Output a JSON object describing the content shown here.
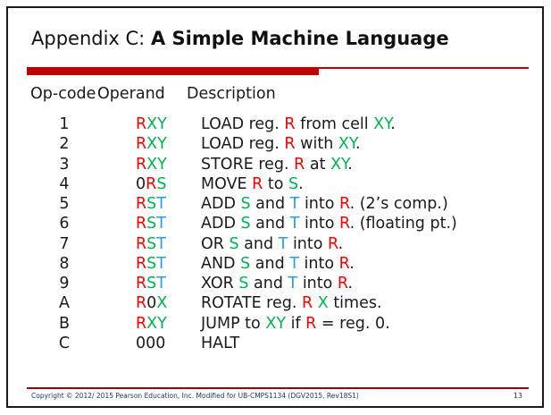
{
  "slide": {
    "title_prefix": "Appendix C: ",
    "title_emphasis": "A Simple Machine Language",
    "accent_color": "#c00000",
    "footer_line_color": "#a00000",
    "colors": {
      "red": "#f40000",
      "green": "#00b050",
      "blue": "#2b9be8",
      "text": "#1a1a1a"
    },
    "table": {
      "headers": [
        "Op-code",
        "Operand",
        "Description"
      ],
      "rows": [
        {
          "opcode": "1",
          "operand": [
            [
              "r",
              "R"
            ],
            [
              "g",
              "XY"
            ]
          ],
          "desc": [
            [
              "k",
              "LOAD reg. "
            ],
            [
              "r",
              "R"
            ],
            [
              "k",
              " from cell "
            ],
            [
              "g",
              "XY"
            ],
            [
              "k",
              "."
            ]
          ]
        },
        {
          "opcode": "2",
          "operand": [
            [
              "r",
              "R"
            ],
            [
              "g",
              "XY"
            ]
          ],
          "desc": [
            [
              "k",
              "LOAD reg. "
            ],
            [
              "r",
              "R"
            ],
            [
              "k",
              " with "
            ],
            [
              "g",
              "XY"
            ],
            [
              "k",
              "."
            ]
          ]
        },
        {
          "opcode": "3",
          "operand": [
            [
              "r",
              "R"
            ],
            [
              "g",
              "XY"
            ]
          ],
          "desc": [
            [
              "k",
              "STORE reg. "
            ],
            [
              "r",
              "R"
            ],
            [
              "k",
              " at "
            ],
            [
              "g",
              "XY"
            ],
            [
              "k",
              "."
            ]
          ]
        },
        {
          "opcode": "4",
          "operand": [
            [
              "k",
              "0"
            ],
            [
              "r",
              "R"
            ],
            [
              "g",
              "S"
            ]
          ],
          "desc": [
            [
              "k",
              "MOVE "
            ],
            [
              "r",
              "R"
            ],
            [
              "k",
              " to "
            ],
            [
              "g",
              "S"
            ],
            [
              "k",
              "."
            ]
          ]
        },
        {
          "opcode": "5",
          "operand": [
            [
              "r",
              "R"
            ],
            [
              "g",
              "S"
            ],
            [
              "b",
              "T"
            ]
          ],
          "desc": [
            [
              "k",
              "ADD "
            ],
            [
              "g",
              "S"
            ],
            [
              "k",
              " and "
            ],
            [
              "b",
              "T"
            ],
            [
              "k",
              " into "
            ],
            [
              "r",
              "R"
            ],
            [
              "k",
              ". (2’s comp.)"
            ]
          ]
        },
        {
          "opcode": "6",
          "operand": [
            [
              "r",
              "R"
            ],
            [
              "g",
              "S"
            ],
            [
              "b",
              "T"
            ]
          ],
          "desc": [
            [
              "k",
              "ADD "
            ],
            [
              "g",
              "S"
            ],
            [
              "k",
              " and "
            ],
            [
              "b",
              "T"
            ],
            [
              "k",
              " into "
            ],
            [
              "r",
              "R"
            ],
            [
              "k",
              ". (floating pt.)"
            ]
          ]
        },
        {
          "opcode": "7",
          "operand": [
            [
              "r",
              "R"
            ],
            [
              "g",
              "S"
            ],
            [
              "b",
              "T"
            ]
          ],
          "desc": [
            [
              "k",
              "OR "
            ],
            [
              "g",
              "S"
            ],
            [
              "k",
              " and "
            ],
            [
              "b",
              "T"
            ],
            [
              "k",
              " into "
            ],
            [
              "r",
              "R"
            ],
            [
              "k",
              "."
            ]
          ]
        },
        {
          "opcode": "8",
          "operand": [
            [
              "r",
              "R"
            ],
            [
              "g",
              "S"
            ],
            [
              "b",
              "T"
            ]
          ],
          "desc": [
            [
              "k",
              "AND "
            ],
            [
              "g",
              "S"
            ],
            [
              "k",
              " and "
            ],
            [
              "b",
              "T"
            ],
            [
              "k",
              " into "
            ],
            [
              "r",
              "R"
            ],
            [
              "k",
              "."
            ]
          ]
        },
        {
          "opcode": "9",
          "operand": [
            [
              "r",
              "R"
            ],
            [
              "g",
              "S"
            ],
            [
              "b",
              "T"
            ]
          ],
          "desc": [
            [
              "k",
              "XOR "
            ],
            [
              "g",
              "S"
            ],
            [
              "k",
              " and "
            ],
            [
              "b",
              "T"
            ],
            [
              "k",
              " into "
            ],
            [
              "r",
              "R"
            ],
            [
              "k",
              "."
            ]
          ]
        },
        {
          "opcode": "A",
          "operand": [
            [
              "r",
              "R"
            ],
            [
              "k",
              "0"
            ],
            [
              "g",
              "X"
            ]
          ],
          "desc": [
            [
              "k",
              "ROTATE reg. "
            ],
            [
              "r",
              "R"
            ],
            [
              "k",
              " "
            ],
            [
              "g",
              "X"
            ],
            [
              "k",
              " times."
            ]
          ]
        },
        {
          "opcode": "B",
          "operand": [
            [
              "r",
              "R"
            ],
            [
              "g",
              "XY"
            ]
          ],
          "desc": [
            [
              "k",
              "JUMP to "
            ],
            [
              "g",
              "XY"
            ],
            [
              "k",
              " if "
            ],
            [
              "r",
              "R"
            ],
            [
              "k",
              " = reg. 0."
            ]
          ]
        },
        {
          "opcode": "C",
          "operand": [
            [
              "k",
              "000"
            ]
          ],
          "desc": [
            [
              "k",
              "HALT"
            ]
          ]
        }
      ]
    },
    "footer": {
      "copyright": "Copyright © 2012/ 2015 Pearson Education, Inc. Modified for UB-CMPS1134 (DGV2015, Rev18S1)",
      "page_number": "13"
    }
  }
}
